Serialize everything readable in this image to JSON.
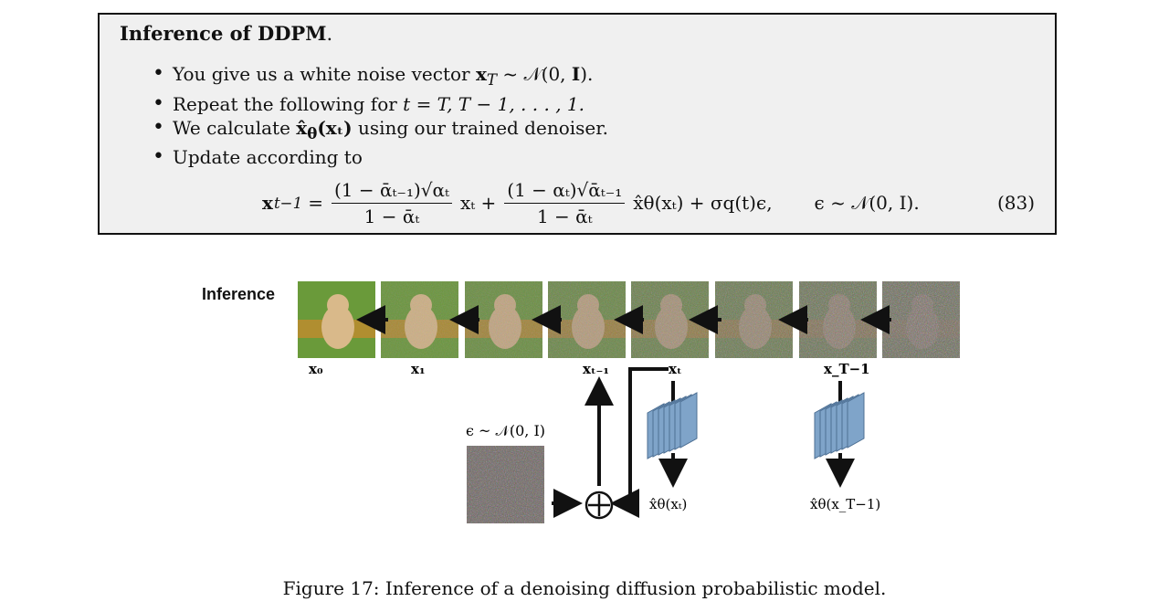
{
  "box": {
    "title": "Inference of DDPM",
    "title_period": ".",
    "bullets": [
      {
        "pre": "You give us a white noise vector ",
        "math_x": "x",
        "math_sub": "T",
        "math_rest": " ~ 𝒩(0, ",
        "math_I": "I",
        "math_end": ")."
      },
      {
        "pre": "Repeat the following for ",
        "math": "t = T, T − 1, . . . , 1."
      },
      {
        "pre": "We calculate ",
        "math_hat": "x̂",
        "math_theta": "θ",
        "math_arg": "(xₜ)",
        "post": " using our trained denoiser."
      },
      {
        "pre": "Update according to"
      }
    ],
    "equation": {
      "lhs": "x",
      "lhs_sub": "t−1",
      "eq": "=",
      "frac1_num": "(1 − ᾱₜ₋₁)√αₜ",
      "frac1_den": "1 − ᾱₜ",
      "term1": "xₜ +",
      "frac2_num": "(1 − αₜ)√ᾱₜ₋₁",
      "frac2_den": "1 − ᾱₜ",
      "term2": "x̂θ(xₜ) + σq(t)ϵ,",
      "noise": "ϵ ~ 𝒩(0, I)."
    },
    "eq_number": "(83)"
  },
  "figure": {
    "row_label": "Inference",
    "x_labels": [
      "x₀",
      "x₁",
      "xₜ₋₁",
      "xₜ",
      "x_T−1"
    ],
    "noise_label": "ϵ ~ 𝒩(0, I)",
    "sum_symbol": "⊕",
    "denoiser_out_1": "x̂θ(xₜ)",
    "denoiser_out_2": "x̂θ(x_T−1)"
  },
  "caption": "Figure 17: Inference of a denoising diffusion probabilistic model.",
  "colors": {
    "grass": "#6a9a3a",
    "flowers": "#c88a2e",
    "dog": "#d9b98a",
    "denoiser": "#7fa4c9",
    "noise": "#6b6260"
  }
}
